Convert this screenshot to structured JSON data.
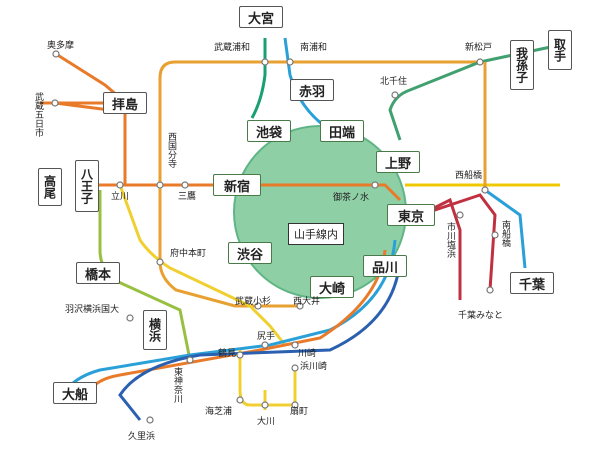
{
  "colors": {
    "yamanote": "#7fc79a",
    "chuo_rapid": "#e87a2a",
    "musashino": "#e8a030",
    "keihin_tohoku": "#2aa0d8",
    "saikyo": "#1aa070",
    "nambu": "#f0d030",
    "keiyo": "#c03040",
    "yokohama": "#98c040",
    "sobu": "#f0c800",
    "tsurumi": "#f0d030",
    "joban": "#40a070"
  },
  "center": {
    "label": "山手線内"
  },
  "major_stations": {
    "omiya": "大宮",
    "akabane": "赤羽",
    "ikebukuro": "池袋",
    "tabata": "田端",
    "ueno": "上野",
    "shinjuku": "新宿",
    "tokyo": "東京",
    "shibuya": "渋谷",
    "osaki": "大崎",
    "shinagawa": "品川",
    "haijima": "拝島",
    "takao": "高尾",
    "hachioji": "八王子",
    "hashimoto": "橋本",
    "yokohama": "横浜",
    "ofuna": "大船",
    "chiba": "千葉",
    "abiko": "我孫子",
    "toride": "取手"
  },
  "minor_stations": {
    "okutama": "奥多摩",
    "musashi_itsukaichi": "武蔵五日市",
    "musashi_urawa": "武蔵浦和",
    "minami_urawa": "南浦和",
    "shin_matsudo": "新松戸",
    "kita_senju": "北千住",
    "nishi_kokubunji": "西国分寺",
    "tachikawa": "立川",
    "mitaka": "三鷹",
    "ochanomizu": "御茶ノ水",
    "nishi_funabashi": "西船橋",
    "ichikawa_shiohama": "市川塩浜",
    "minami_funabashi": "南船橋",
    "fuchu_hommachi": "府中本町",
    "musashi_kosugi": "武蔵小杉",
    "nishi_oi": "西大井",
    "hamura_yokohama_kokudai": "羽沢横浜国大",
    "shiriite": "尻手",
    "kawasaki": "川崎",
    "tsurumi": "鶴見",
    "higashi_kanagawa": "東神奈川",
    "hama_kawasaki": "浜川崎",
    "umishibaura": "海芝浦",
    "okawa": "大川",
    "ogimachi": "扇町",
    "chiba_minato": "千葉みなと",
    "kurihama": "久里浜"
  }
}
